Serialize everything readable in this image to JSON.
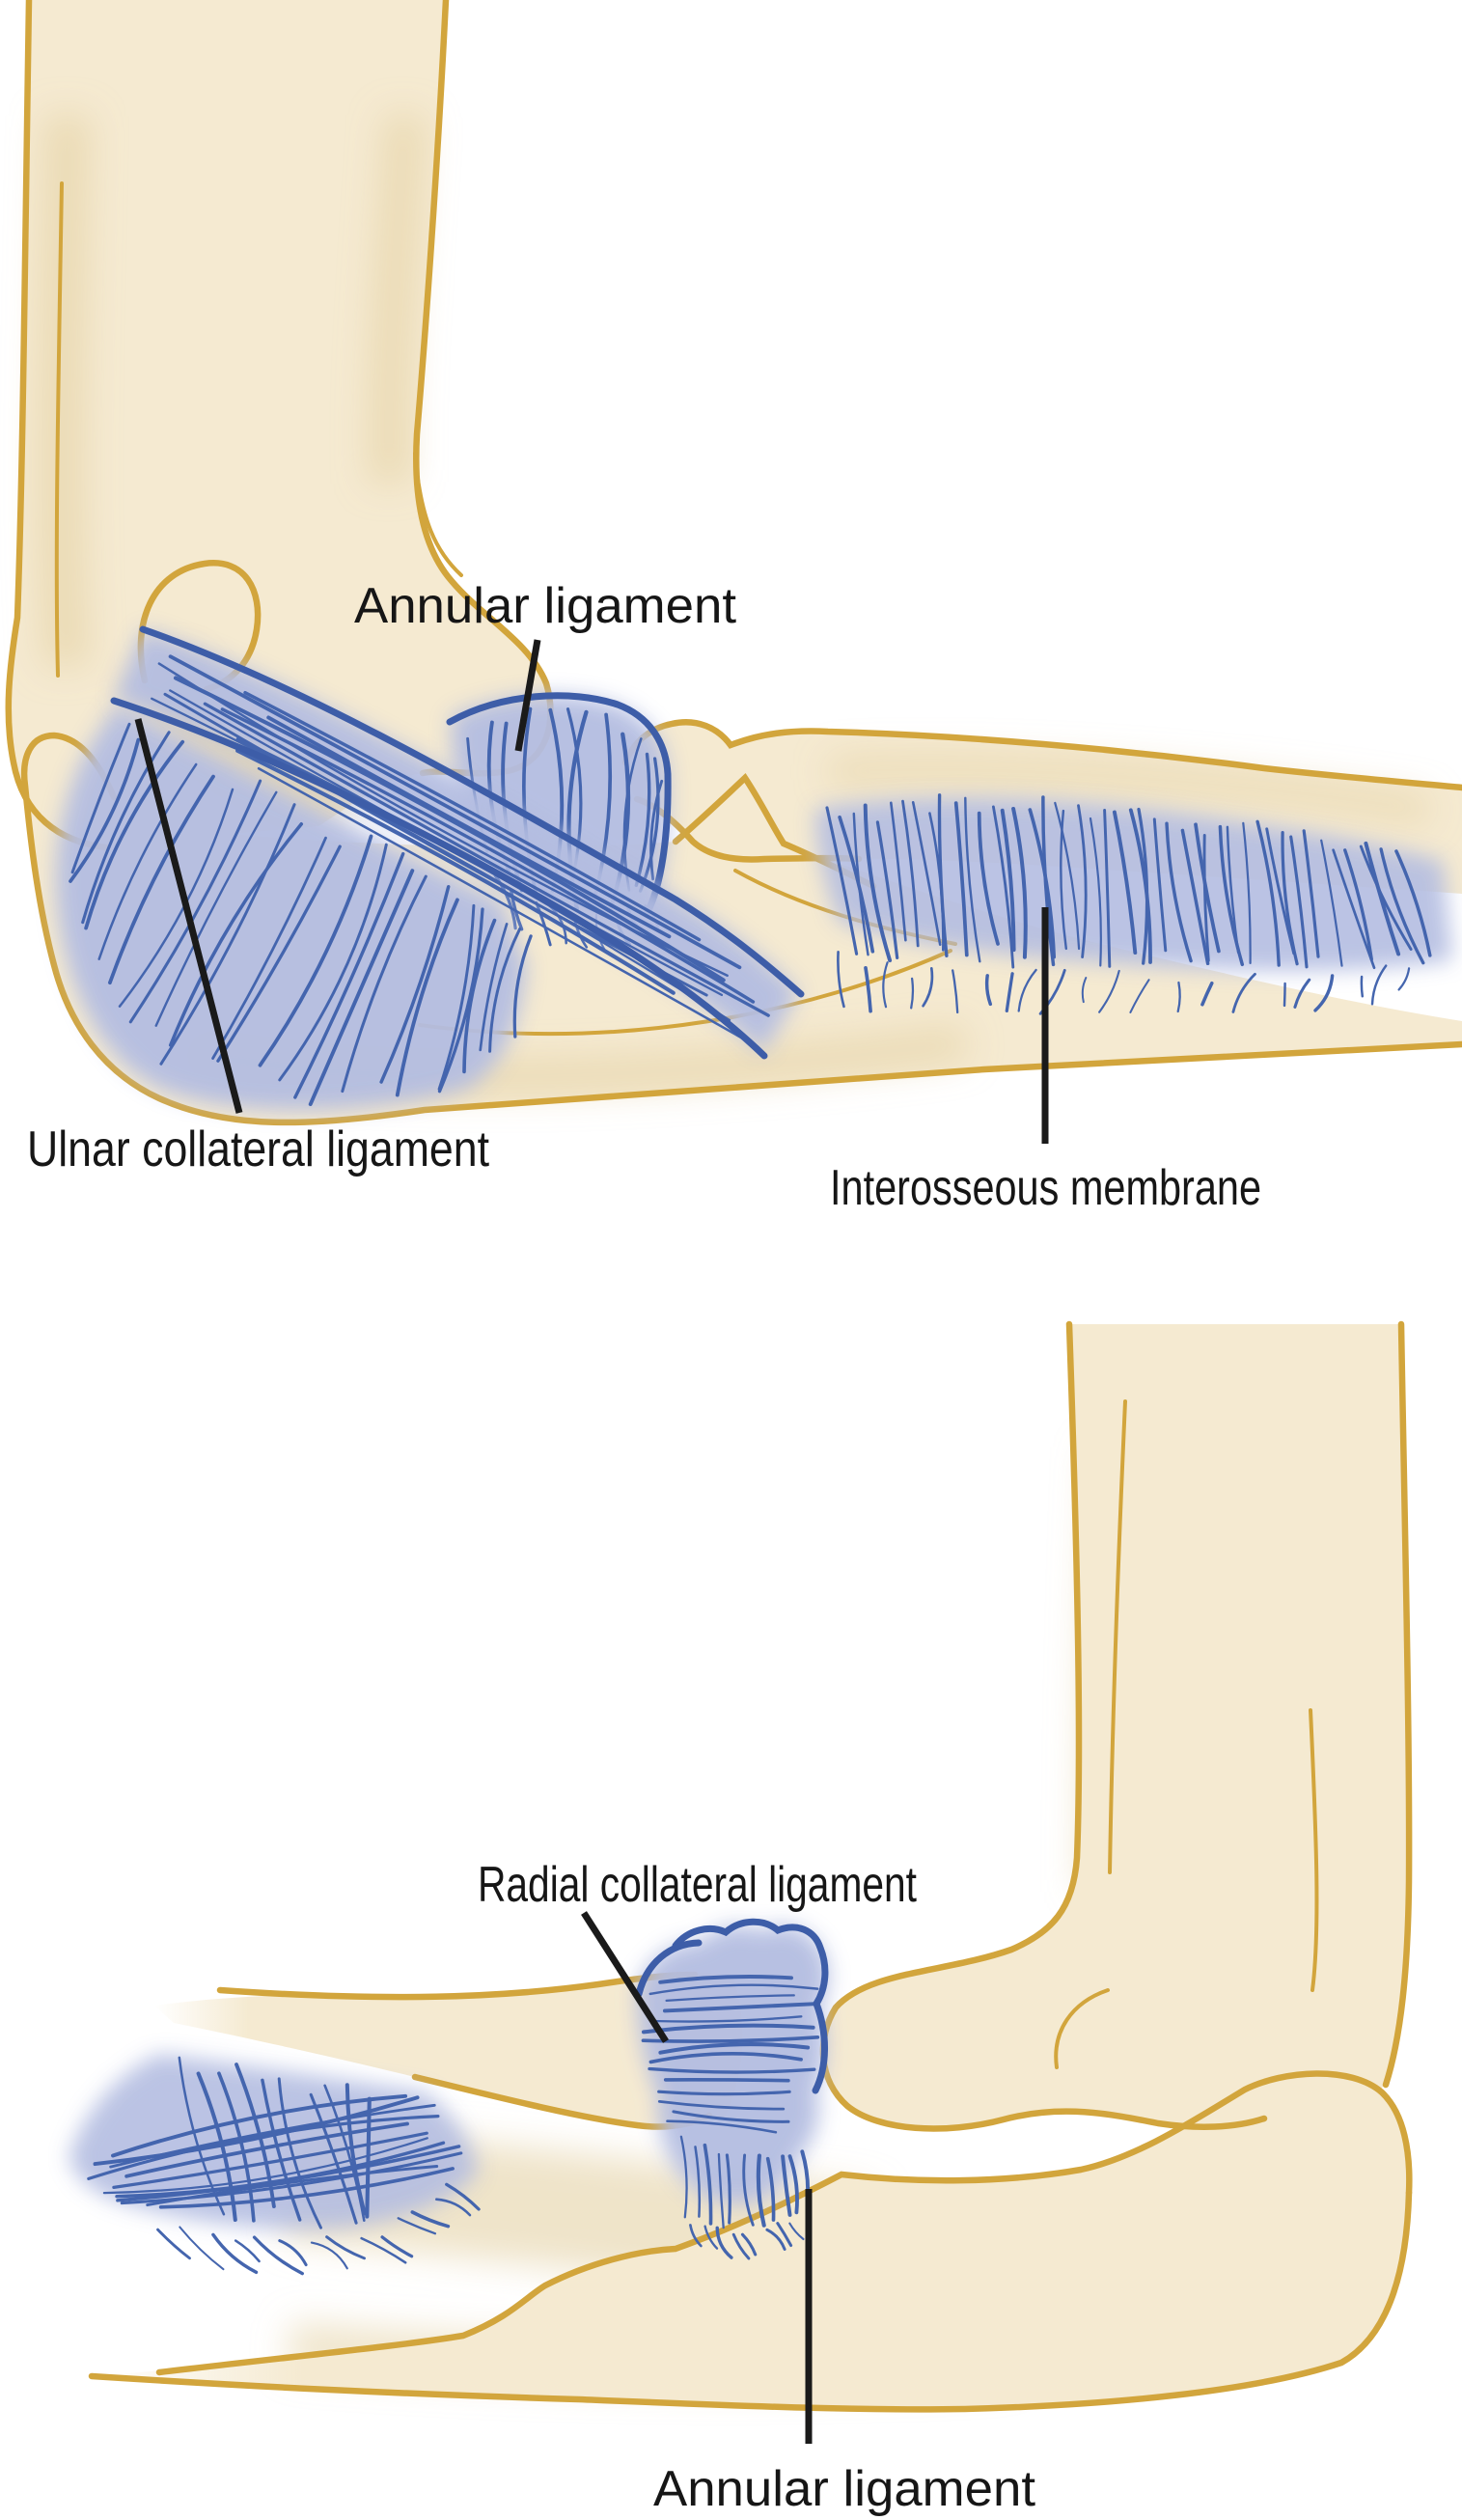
{
  "palette": {
    "background": "#FFFFFF",
    "bone_fill": "#F5EAD1",
    "bone_shade": "#E2CD9D",
    "bone_outline": "#D2A53C",
    "ligament_fill": "#B4BDE1",
    "ligament_fiber": "#4465AE",
    "ligament_outline": "#3D5DA8",
    "leader_line": "#1A1A1A",
    "label_color": "#161616"
  },
  "labels": {
    "annular_top": "Annular ligament",
    "ulnar_collateral": "Ulnar collateral ligament",
    "interosseous": "Interosseous membrane",
    "radial_collateral": "Radial collateral ligament",
    "annular_bottom": "Annular ligament"
  }
}
